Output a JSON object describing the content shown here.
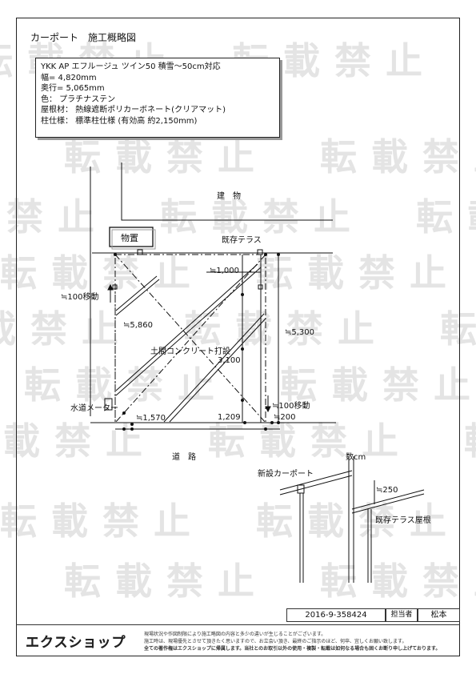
{
  "title": "カーポート　施工概略図",
  "spec": {
    "lines": [
      "YKK AP エフルージュ ツイン50 積雪～50cm対応",
      "幅= 4,820mm",
      "奥行= 5,065mm",
      "色： プラチナステン",
      "屋根材： 熱線遮断ポリカーボネート(クリアマット)",
      "柱仕様： 標準柱仕様 (有効高 約2,150mm)"
    ]
  },
  "watermark": "転載禁止",
  "labels": {
    "building": "建　物",
    "storage": "物置",
    "existing_terrace": "既存テラス",
    "dim_1000": "≒1,000",
    "move_100_up": "≒100移動",
    "dim_5860": "≒5,860",
    "dim_5300": "≒5,300",
    "concrete": "土間コンクリート打設",
    "dim_3100": "3,100",
    "water_meter": "水道メーター",
    "move_100_down": "≒100移動",
    "dim_1570": "≒1,570",
    "dim_1209": "1,209",
    "dim_200": "≒200",
    "road": "道　路",
    "few_cm": "数cm",
    "new_carport": "新設カーポート",
    "dim_250": "≒250",
    "existing_roof": "既存テラス屋根"
  },
  "footer": {
    "order_no": "2016-9-358424",
    "person_label": "担当者",
    "person_name": "松本",
    "logo": "エクスショップ",
    "notice_1": "現場状況や作図制限により施工略図の内容と多少の違いが生じることがございます。",
    "notice_2": "施工時は、現場優先とさせて頂きたく思いますので、お立会い頂き、最終のご指示のほど、何卒、宜しくお願い致します。",
    "notice_3": "全ての著作権はエクスショップに帰属します。当社とのお取引以外の使用・複製・転載は如何なる場合も固くお断り申し上げております。"
  }
}
